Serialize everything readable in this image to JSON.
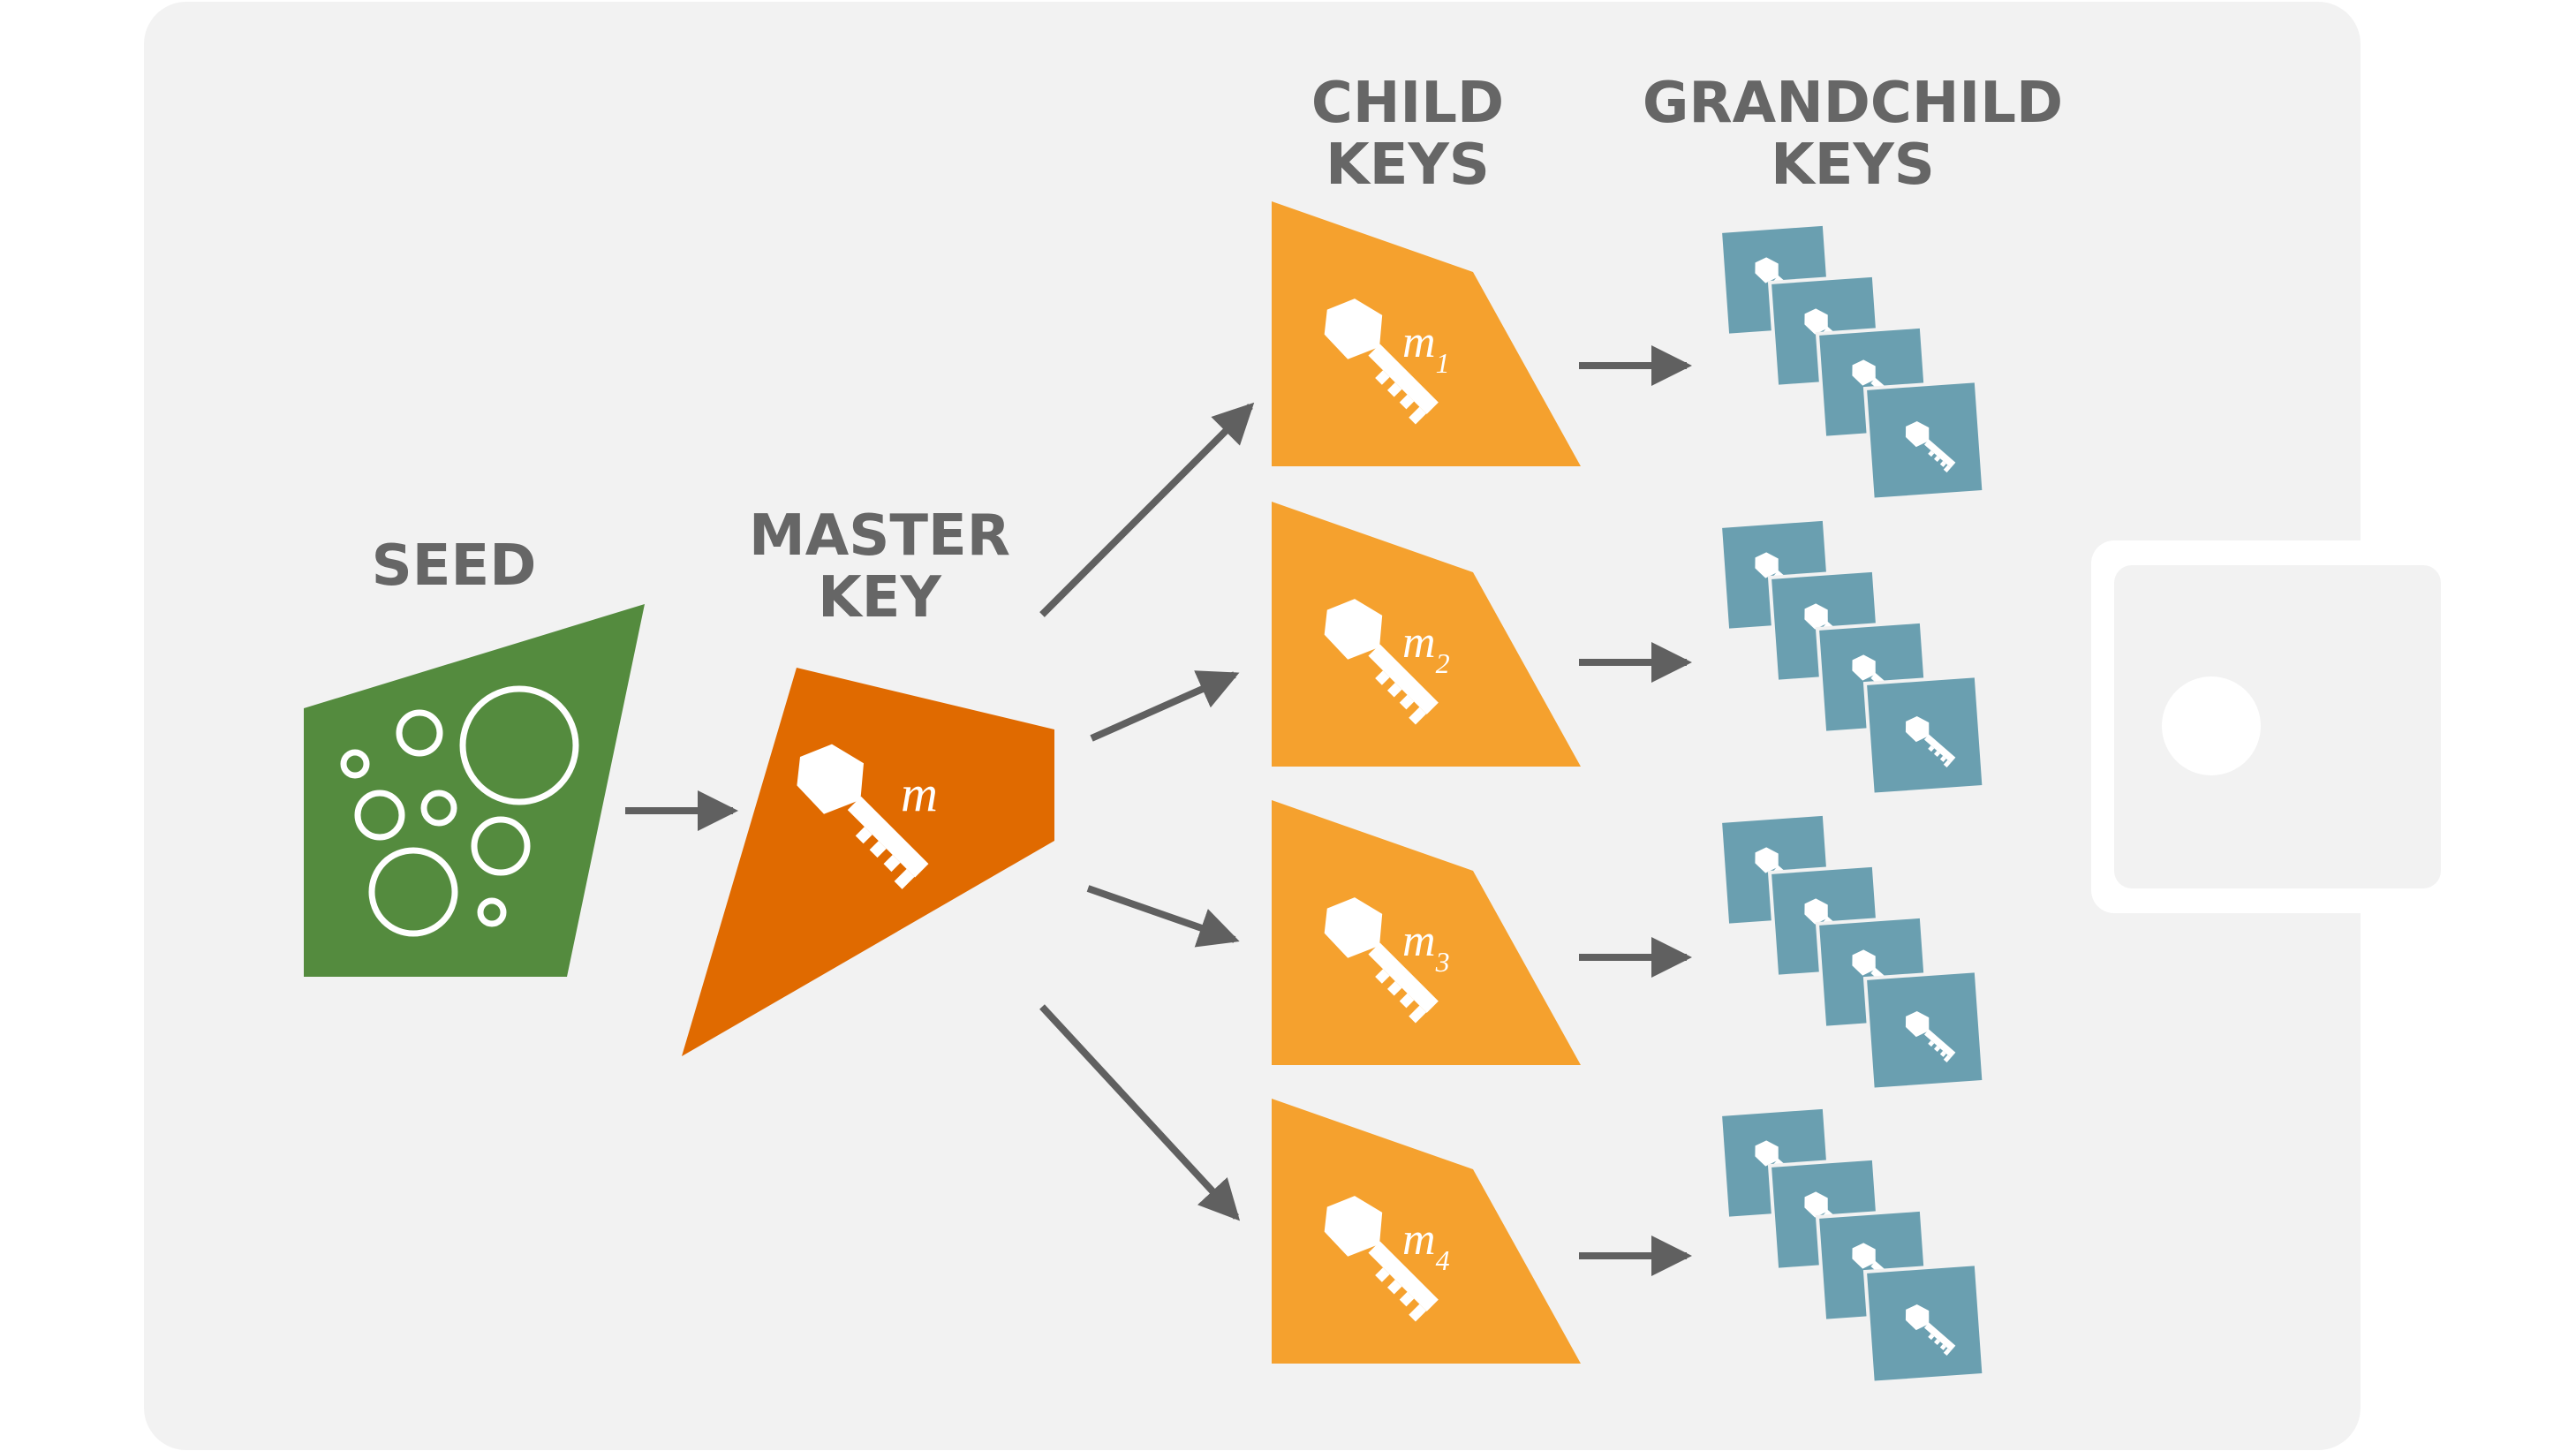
{
  "labels": {
    "seed": "SEED",
    "master_key_line1": "MASTER",
    "master_key_line2": "KEY",
    "child_keys_line1": "CHILD",
    "child_keys_line2": "KEYS",
    "grandchild_keys_line1": "GRANDCHILD",
    "grandchild_keys_line2": "KEYS"
  },
  "master": {
    "symbol": "m"
  },
  "child_keys": [
    {
      "symbol": "m",
      "subscript": "1"
    },
    {
      "symbol": "m",
      "subscript": "2"
    },
    {
      "symbol": "m",
      "subscript": "3"
    },
    {
      "symbol": "m",
      "subscript": "4"
    }
  ],
  "colors": {
    "background": "#f2f2f2",
    "seed": "#548b3e",
    "master": "#e06a00",
    "child": "#f5a12e",
    "grandchild": "#6a9fb0",
    "arrow": "#606060",
    "text": "#666666"
  },
  "icons": {
    "seed": "bubbles-icon",
    "key": "key-icon",
    "wallet": "wallet-clasp-icon"
  }
}
